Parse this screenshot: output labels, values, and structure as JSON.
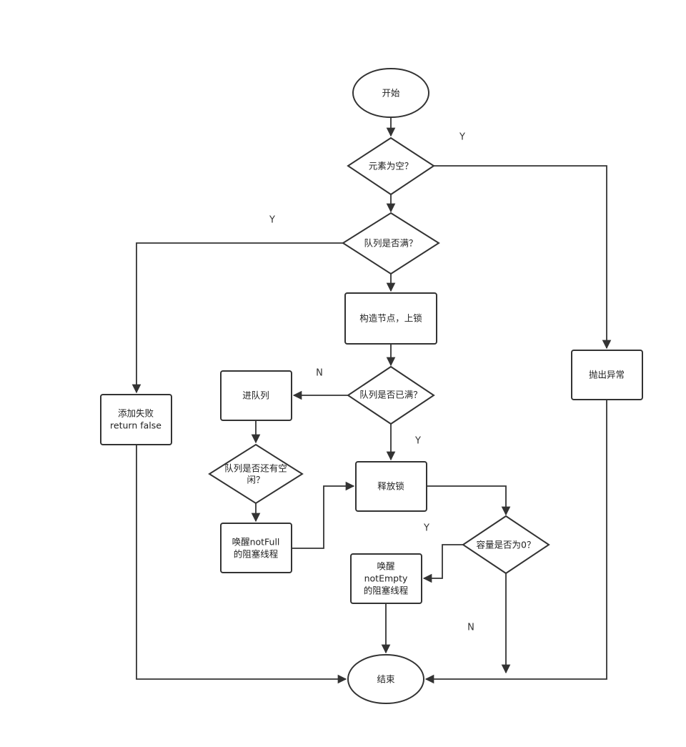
{
  "nodes": {
    "start": "开始",
    "is_null": "元素为空？",
    "queue_full_1": "队列是否满？",
    "build_lock": "构造节点，上锁",
    "throw_ex": "抛出异常",
    "add_fail_1": "添加失败",
    "add_fail_2": "return false",
    "queue_full_2": "队列是否已满？",
    "enqueue": "进队列",
    "has_space_1": "队列是否还有空",
    "has_space_2": "闲？",
    "wake_notfull_1": "唤醒notFull",
    "wake_notfull_2": "的阻塞线程",
    "release_lock": "释放锁",
    "cap_zero": "容量是否为0？",
    "wake_notempty_1": "唤醒",
    "wake_notempty_2": "notEmpty",
    "wake_notempty_3": "的阻塞线程",
    "end": "结束"
  },
  "edge_labels": {
    "null_yes": "Y",
    "full1_yes": "Y",
    "full2_no": "N",
    "full2_yes": "Y",
    "cap_yes": "Y",
    "cap_no": "N"
  }
}
